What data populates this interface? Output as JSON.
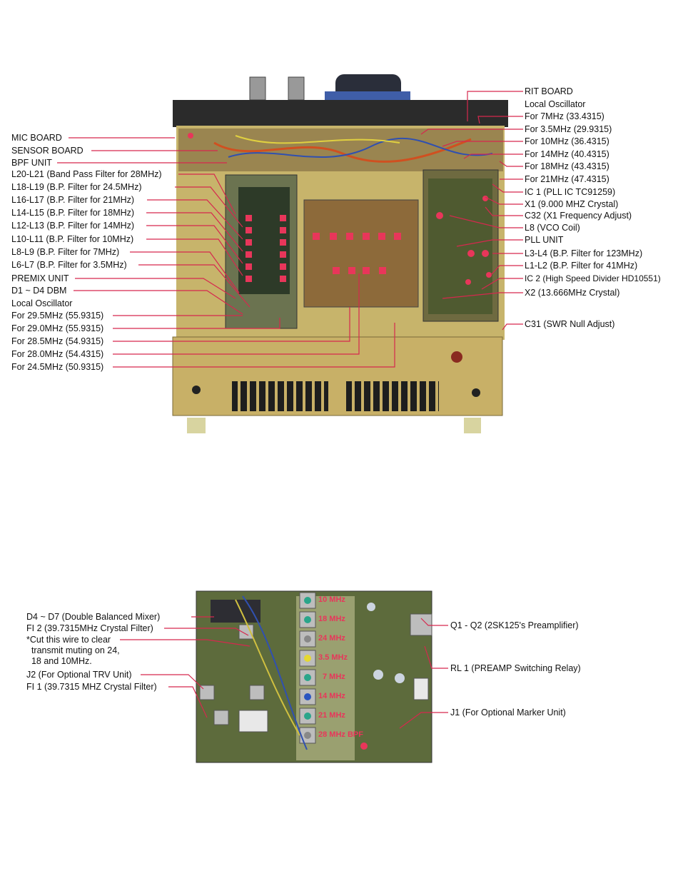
{
  "top_left_labels": [
    "MIC BOARD",
    "SENSOR BOARD",
    "BPF UNIT",
    "L20-L21 (Band Pass Filter for 28MHz)",
    "L18-L19 (B.P. Filter for 24.5MHz)",
    "L16-L17 (B.P. Filter for 21MHz)",
    "L14-L15 (B.P. Filter for 18MHz)",
    "L12-L13 (B.P. Filter for 14MHz)",
    "L10-L11 (B.P. Filter for 10MHz)",
    "L8-L9 (B.P. Filter for 7MHz)",
    "L6-L7 (B.P. Filter for 3.5MHz)",
    "PREMIX UNIT",
    "D1 ~ D4 DBM",
    "Local Oscillator",
    "For 29.5MHz (55.9315)",
    "For 29.0MHz (55.9315)",
    "For 28.5MHz (54.9315)",
    "For 28.0MHz (54.4315)",
    "For 24.5MHz (50.9315)"
  ],
  "top_right_labels": [
    "RIT BOARD",
    "Local Oscillator",
    "For 7MHz (33.4315)",
    "For 3.5MHz (29.9315)",
    "For 10MHz (36.4315)",
    "For 14MHz (40.4315)",
    "For 18MHz (43.4315)",
    "For 21MHz (47.4315)",
    "IC 1 (PLL IC TC91259)",
    "X1 (9.000 MHZ Crystal)",
    "C32 (X1 Frequency Adjust)",
    "L8 (VCO Coil)",
    "PLL UNIT",
    "L3-L4 (B.P. Filter for 123MHz)",
    "L1-L2 (B.P. Filter for 41MHz)",
    "IC 2 (High Speed Divider HD10551)",
    "X2 (13.666MHz Crystal)",
    "C31 (SWR Null Adjust)"
  ],
  "bottom_left_labels": [
    "D4 ~ D7 (Double Balanced Mixer)",
    "FI 2 (39.7315MHz Crystal Filter)",
    "*Cut this wire to clear",
    "  transmit muting on 24,",
    "  18 and 10MHz.",
    "J2 (For Optional TRV Unit)",
    "FI 1 (39.7315 MHZ Crystal Filter)"
  ],
  "bottom_right_labels": [
    "Q1 - Q2 (2SK125's Preamplifier)",
    "RL 1 (PREAMP Switching Relay)",
    "J1 (For Optional Marker Unit)"
  ],
  "board_band_labels": [
    "10 MHz",
    "18 MHz",
    "24 MHz",
    "3.5 MHz",
    "7 MHz",
    "14 MHz",
    "21 MHz",
    "28 MHz BPF"
  ],
  "colors": {
    "leader_line": "#d6284e",
    "marker": "#e8365a",
    "chassis": "#b8a860",
    "board": "#5a6a3a"
  }
}
